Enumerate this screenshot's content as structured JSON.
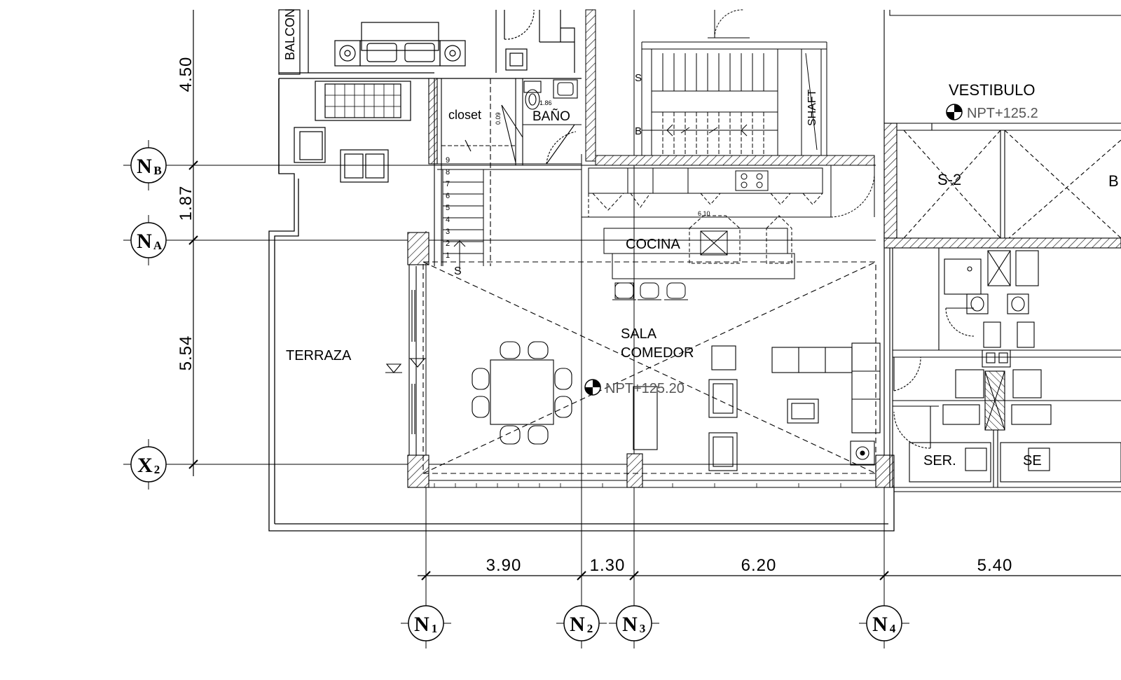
{
  "rooms": {
    "balcony": "BALCON",
    "closet": "closet",
    "bano": "BAÑO",
    "cocina": "COCINA",
    "sala": "SALA",
    "comedor": "COMEDOR",
    "terraza": "TERRAZA",
    "vestibulo": "VESTIBULO",
    "s2": "S-2",
    "s2_partial": "B",
    "ser1": "SER.",
    "ser2": "SE",
    "shaft": "SHAFT"
  },
  "levels": {
    "main": "NPT+125.20",
    "vestibulo": "NPT+125.2"
  },
  "stairs": {
    "up_label": "S",
    "down_label": "B",
    "steps": [
      "9",
      "8",
      "7",
      "6",
      "5",
      "4",
      "3",
      "2",
      "1"
    ]
  },
  "small_dims": {
    "bano_width": "1.86",
    "closet_door": "0.09",
    "counter": "6.10"
  },
  "dimensions": {
    "horizontal": [
      "3.90",
      "1.30",
      "6.20",
      "5.40"
    ],
    "vertical": [
      "4.50",
      "1.87",
      "5.54"
    ]
  },
  "grid_axes": {
    "columns": [
      {
        "main": "N",
        "sub": "1"
      },
      {
        "main": "N",
        "sub": "2"
      },
      {
        "main": "N",
        "sub": "3"
      },
      {
        "main": "N",
        "sub": "4"
      }
    ],
    "rows": [
      {
        "main": "N",
        "sub": "B"
      },
      {
        "main": "N",
        "sub": "A"
      },
      {
        "main": "X",
        "sub": "2"
      }
    ]
  }
}
